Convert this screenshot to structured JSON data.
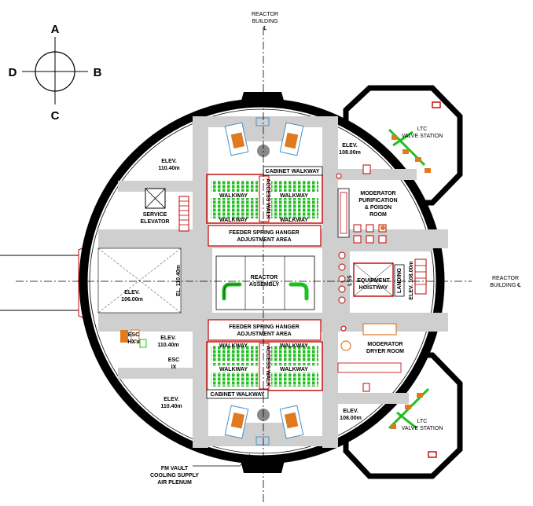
{
  "compass": {
    "north": "A",
    "east": "B",
    "south": "C",
    "west": "D"
  },
  "top_axis_label": [
    "REACTOR",
    "BUILDING",
    "℄"
  ],
  "right_axis_label": [
    "REACTOR",
    "BUILDING ℄"
  ],
  "ltc_top_label": [
    "LTC",
    "VALVE STATION"
  ],
  "ltc_bottom_label": [
    "LTC",
    "VALVE STATION"
  ],
  "elev_nw": [
    "ELEV.",
    "110.40m"
  ],
  "elev_ne": [
    "ELEV.",
    "108.00m"
  ],
  "service_elevator": [
    "SERVICE",
    "ELEVATOR"
  ],
  "cabinet_walkway_top": "CABINET WALKWAY",
  "cabinet_walkway_bottom": "CABINET  WALKWAY",
  "walkway": "WALKWAY",
  "access_walk": "ACCESS WALK",
  "moderator_purification": [
    "MODERATOR",
    "PURIFICATION",
    "& POISON",
    "ROOM"
  ],
  "feeder_hanger_top": [
    "FEEDER SPRING HANGER",
    "ADJUSTMENT AREA"
  ],
  "feeder_hanger_bottom": [
    "FEEDER SPRING HANGER",
    "ADJUSTMENT AREA"
  ],
  "elev_w": [
    "ELEV.",
    "106.00m"
  ],
  "el_center": "EL. 110.40m",
  "reactor_assembly": [
    "REACTOR",
    "ASSEMBLY"
  ],
  "lss": "LSS",
  "equipment_hoistway": [
    "EQUIPMENT",
    "HOISTWAY"
  ],
  "landing": "LANDING",
  "elev_e": "ELEV. 108.00m",
  "esc_hx": [
    "ESC",
    "HX's"
  ],
  "elev_sw1": [
    "ELEV.",
    "110.40m"
  ],
  "esc_ix": [
    "ESC",
    "IX"
  ],
  "moderator_dryer": [
    "MODERATOR",
    "DRYER ROOM"
  ],
  "elev_sw2": [
    "ELEV.",
    "110.40m"
  ],
  "elev_se": [
    "ELEV.",
    "108.00m"
  ],
  "fm_vault": [
    "FM VAULT",
    "COOLING SUPPLY",
    "AIR PLENUM"
  ]
}
